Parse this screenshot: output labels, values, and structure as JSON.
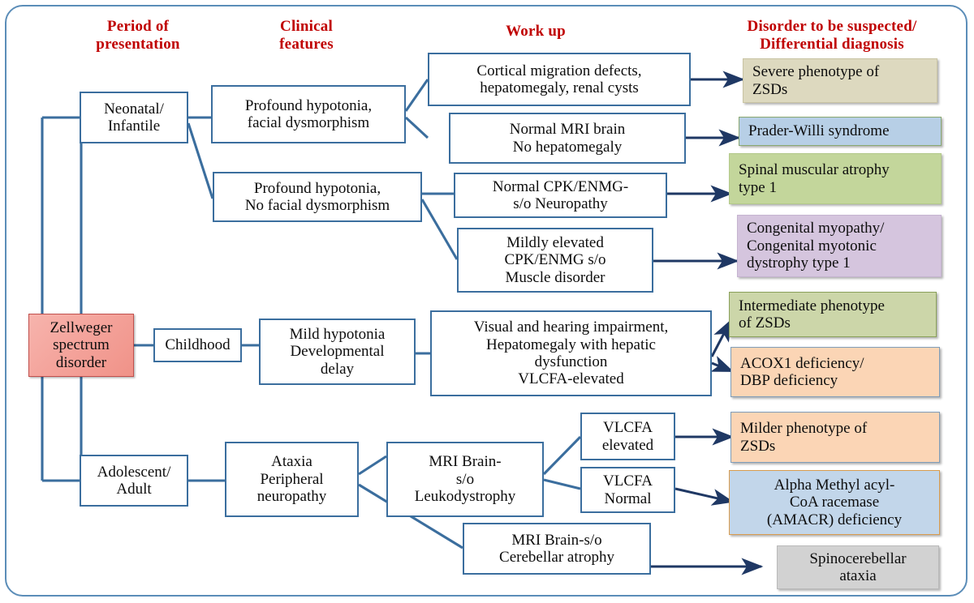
{
  "figure": {
    "title": "Zellweger spectrum disorder diagnostic approach",
    "frame_border_color": "#5b8db8",
    "header_color": "#c00000",
    "connector_color": "#3b6e9e",
    "arrow_color": "#1f3864"
  },
  "headers": [
    {
      "id": "period",
      "line1": "Period of",
      "line2": "presentation"
    },
    {
      "id": "clinical",
      "line1": "Clinical",
      "line2": "features"
    },
    {
      "id": "workup",
      "line1": "Work up",
      "line2": ""
    },
    {
      "id": "disorder",
      "line1": "Disorder to be suspected/",
      "line2": "Differential diagnosis"
    }
  ],
  "root": {
    "label": "Zellweger\nspectrum\ndisorder",
    "color": "#f4a49c"
  },
  "periods": [
    {
      "id": "neonatal",
      "label": "Neonatal/\nInfantile"
    },
    {
      "id": "childhood",
      "label": "Childhood"
    },
    {
      "id": "adolescent",
      "label": "Adolescent/\nAdult"
    }
  ],
  "clinical_features": [
    {
      "id": "cf1",
      "label": "Profound hypotonia,\nfacial dysmorphism"
    },
    {
      "id": "cf2",
      "label": "Profound hypotonia,\nNo facial dysmorphism"
    },
    {
      "id": "cf3",
      "label": "Mild hypotonia\nDevelopmental\ndelay"
    },
    {
      "id": "cf4",
      "label": "Ataxia\nPeripheral\nneuropathy"
    }
  ],
  "workups": [
    {
      "id": "wu1",
      "label": "Cortical migration defects,\nhepatomegaly, renal cysts"
    },
    {
      "id": "wu2",
      "label": "Normal MRI brain\nNo hepatomegaly"
    },
    {
      "id": "wu3",
      "label": "Normal CPK/ENMG-\ns/o Neuropathy"
    },
    {
      "id": "wu4",
      "label": "Mildly elevated\nCPK/ENMG s/o\nMuscle disorder"
    },
    {
      "id": "wu5",
      "label": "Visual and hearing impairment,\nHepatomegaly with hepatic\ndysfunction\nVLCFA-elevated"
    },
    {
      "id": "wu6",
      "label": "MRI Brain-\ns/o\nLeukodystrophy"
    },
    {
      "id": "wu7",
      "label": "VLCFA\nelevated"
    },
    {
      "id": "wu8",
      "label": "VLCFA\nNormal"
    },
    {
      "id": "wu9",
      "label": "MRI Brain-s/o\nCerebellar atrophy"
    }
  ],
  "disorders": [
    {
      "id": "d1",
      "label": "Severe phenotype of\nZSDs",
      "color": "#ddd9bf"
    },
    {
      "id": "d2",
      "label": "Prader-Willi syndrome",
      "color": "#b7cfe6"
    },
    {
      "id": "d3",
      "label": "Spinal muscular atrophy\ntype 1",
      "color": "#c3d69b"
    },
    {
      "id": "d4",
      "label": "Congenital myopathy/\nCongenital myotonic\ndystrophy type 1",
      "color": "#d5c5de"
    },
    {
      "id": "d5",
      "label": "Intermediate phenotype\nof ZSDs",
      "color": "#ccd6a9"
    },
    {
      "id": "d6",
      "label": "ACOX1 deficiency/\nDBP deficiency",
      "color": "#fbd5b5"
    },
    {
      "id": "d7",
      "label": "Milder phenotype of\nZSDs",
      "color": "#fbd5b5"
    },
    {
      "id": "d8",
      "label": "Alpha Methyl acyl-\nCoA  racemase\n(AMACR) deficiency",
      "color": "#c2d6ea"
    },
    {
      "id": "d9",
      "label": "Spinocerebellar\nataxia",
      "color": "#d2d2d2"
    }
  ]
}
